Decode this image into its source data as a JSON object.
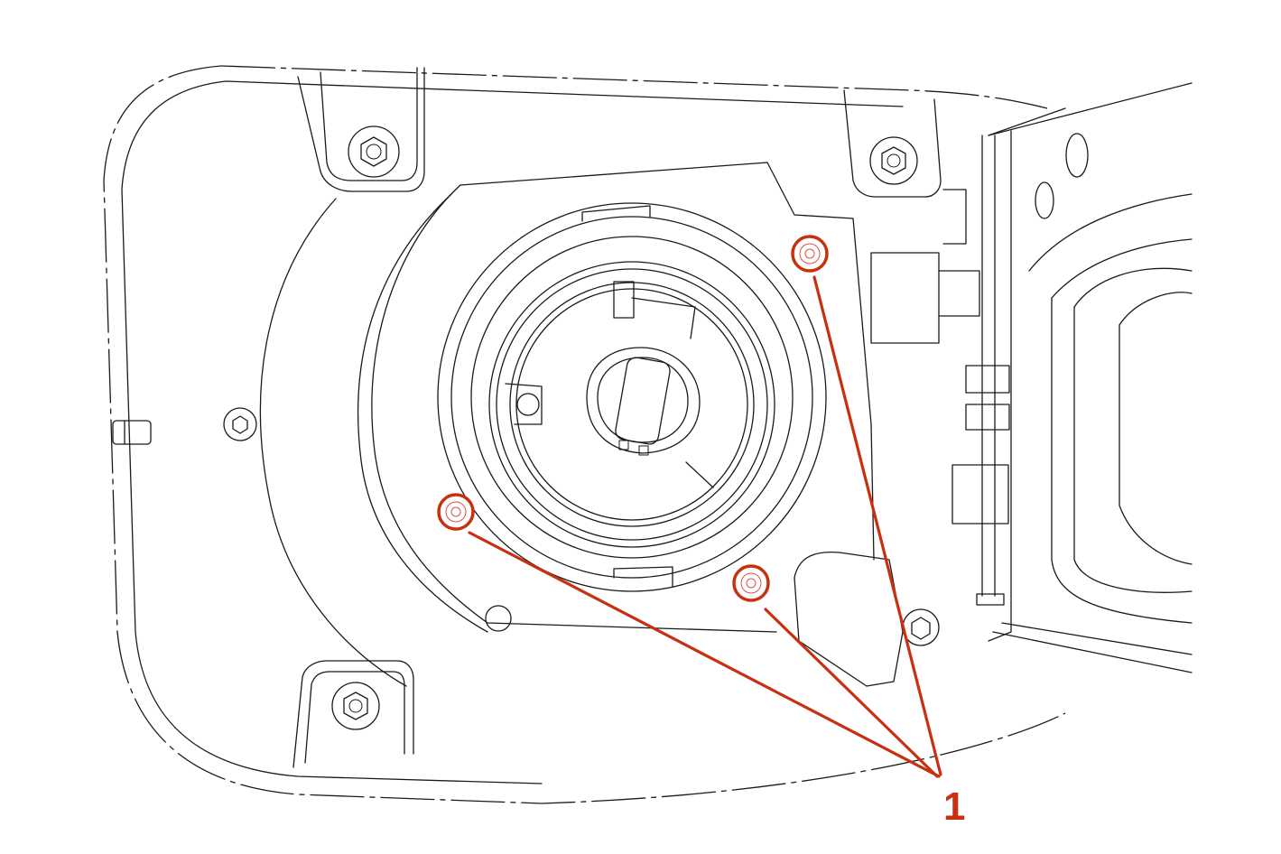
{
  "diagram": {
    "accent_color": "#c8300f",
    "callout": {
      "number": "1",
      "targets": [
        "screw",
        "screw",
        "screw"
      ]
    }
  }
}
